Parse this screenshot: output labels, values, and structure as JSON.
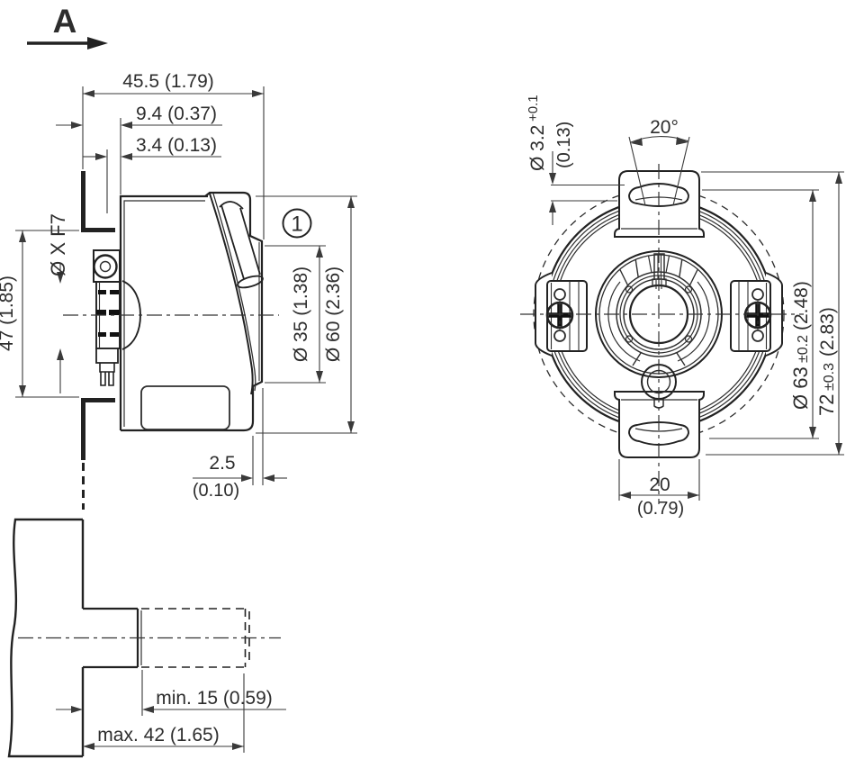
{
  "drawing": {
    "view_arrow_label": "A",
    "side_view": {
      "dim_width_total": "45.5 (1.79)",
      "dim_width_94": "9.4 (0.37)",
      "dim_width_34": "3.4 (0.13)",
      "dim_shaft_bore": "Ø X F7",
      "dim_plate_span": "47 (1.85)",
      "dim_flange_dia": "Ø 35 (1.38)",
      "dim_body_dia": "Ø 60 (2.36)",
      "dim_gap_mm": "2.5",
      "dim_gap_inch": "(0.10)",
      "callout_number": "1",
      "dim_insertion_min": "min. 15 (0.59)",
      "dim_insertion_max": "max. 42 (1.65)"
    },
    "front_view": {
      "dim_hole_dia": "Ø 3.2",
      "dim_hole_tol": "+0.1",
      "dim_hole_inch": "(0.13)",
      "dim_slot_angle": "20°",
      "dim_body_dia": "Ø 63",
      "dim_body_tol": "±0.2",
      "dim_body_inch": "(2.48)",
      "dim_tab_span": "72",
      "dim_tab_tol": "±0.3",
      "dim_tab_inch": "(2.83)",
      "dim_tab_width_mm": "20",
      "dim_tab_width_inch": "(0.79)"
    }
  }
}
